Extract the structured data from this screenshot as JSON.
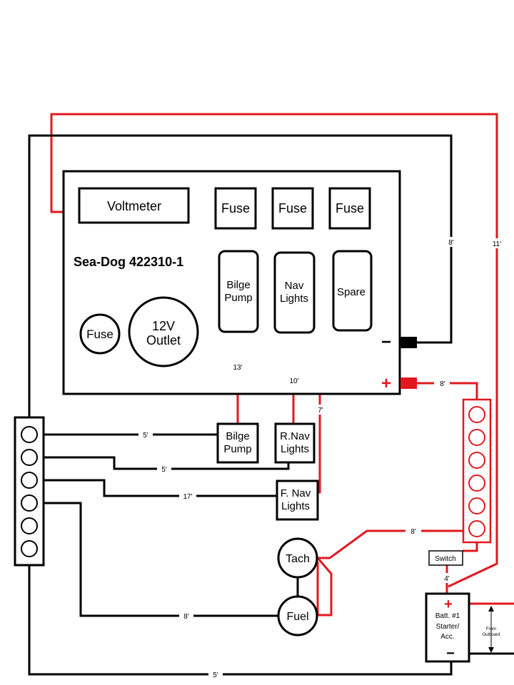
{
  "panel": {
    "model": "Sea-Dog 422310-1",
    "voltmeter": "Voltmeter",
    "fuse_1": "Fuse",
    "fuse_2": "Fuse",
    "fuse_3": "Fuse",
    "fuse_4": "Fuse",
    "outlet_line1": "12V",
    "outlet_line2": "Outlet",
    "switch_bilge_1": "Bilge",
    "switch_bilge_2": "Pump",
    "switch_nav_1": "Nav",
    "switch_nav_2": "Lights",
    "switch_spare": "Spare",
    "minus": "−",
    "plus": "+"
  },
  "devices": {
    "bilge_1": "Bilge",
    "bilge_2": "Pump",
    "rnav_1": "R.Nav",
    "rnav_2": "Lights",
    "fnav_1": "F. Nav",
    "fnav_2": "Lights",
    "tach": "Tach",
    "fuel": "Fuel",
    "switch": "Switch"
  },
  "battery": {
    "line1": "Batt. #1",
    "line2": "Starter/",
    "line3": "Acc.",
    "plus": "+",
    "minus": "−",
    "from_1": "From",
    "from_2": "Outboard"
  },
  "wire_lengths": {
    "neg_panel": "8'",
    "red_volt": "11'",
    "pos_panel": "8'",
    "bilge_run": "13'",
    "nav_run": "10'",
    "fnav_run": "7'",
    "bus_bilge": "5'",
    "bus_rnav": "5'",
    "bus_fnav": "17'",
    "tach_red": "8'",
    "switch_batt": "4'",
    "fuel_gnd": "8'",
    "bottom_gnd": "5'"
  },
  "colors": {
    "positive_wire": "#e0191f",
    "negative_wire": "#000000"
  }
}
